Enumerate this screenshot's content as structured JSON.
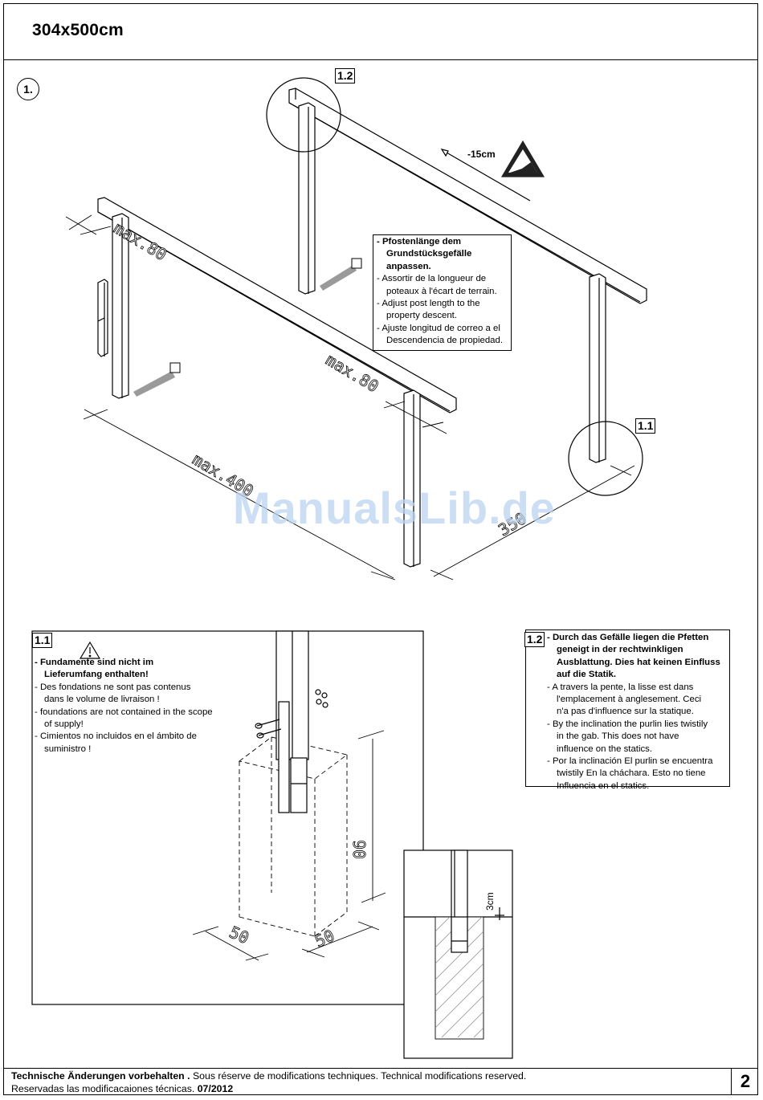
{
  "header": {
    "title": "304x500cm"
  },
  "step_label": "1.",
  "tags": {
    "t12_top": "1.2",
    "t11_top": "1.1",
    "t11_box": "1.1",
    "t12_box": "1.2"
  },
  "slope_label": "-15cm",
  "dimensions": {
    "max80_left": "max.80",
    "max80_right": "max.80",
    "max400": "max.400",
    "d350": "350",
    "d90": "90",
    "d50_left": "50",
    "d50_right": "50",
    "d3cm": "3cm"
  },
  "post_note": {
    "de1": "- Pfostenlänge dem",
    "de2": "Grundstücksgefälle",
    "de3": "anpassen.",
    "fr1": "- Assortir de la longueur de",
    "fr2": "poteaux à l'écart de terrain.",
    "en1": "- Adjust post length to the",
    "en2": "property descent.",
    "es1": "- Ajuste longitud de correo a el",
    "es2": "Descendencia de propiedad."
  },
  "foundation_note": {
    "de1": "- Fundamente sind nicht im",
    "de2": "Lieferumfang enthalten!",
    "fr1": "- Des fondations ne sont pas contenus",
    "fr2": "dans le volume de livraison !",
    "en1": "- foundations are not contained in the scope",
    "en2": "of supply!",
    "es1": "- Cimientos no incluidos en el ámbito de",
    "es2": "suministro !"
  },
  "purlin_note": {
    "de1": "- Durch das Gefälle liegen die Pfetten",
    "de2": "geneigt in der rechtwinkligen",
    "de3": "Ausblattung. Dies hat keinen Einfluss",
    "de4": "auf die Statik.",
    "fr1": "- A travers la pente, la lisse est dans",
    "fr2": "l'emplacement à anglesement. Ceci",
    "fr3": "n'a pas d'influence sur la statique.",
    "en1": "- By the inclination the purlin lies twistily",
    "en2": "in the gab. This does not have",
    "en3": "influence on the statics.",
    "es1": "- Por la inclinación El purlin se encuentra",
    "es2": "twistily En la cháchara. Esto no tiene",
    "es3": "Influencia en el statics."
  },
  "footer": {
    "bold": "Technische Änderungen vorbehalten .",
    "line1": " Sous réserve de modifications techniques. Technical modifications reserved.",
    "line2": "Reservadas las modificacaiones técnicas.",
    "date": "07/2012",
    "page": "2"
  },
  "watermark": "ManualsLib.de",
  "colors": {
    "line": "#000000",
    "watermark": "#bcd3ef",
    "saw_grey": "#9a9a9a",
    "warning_dark": "#222222"
  }
}
